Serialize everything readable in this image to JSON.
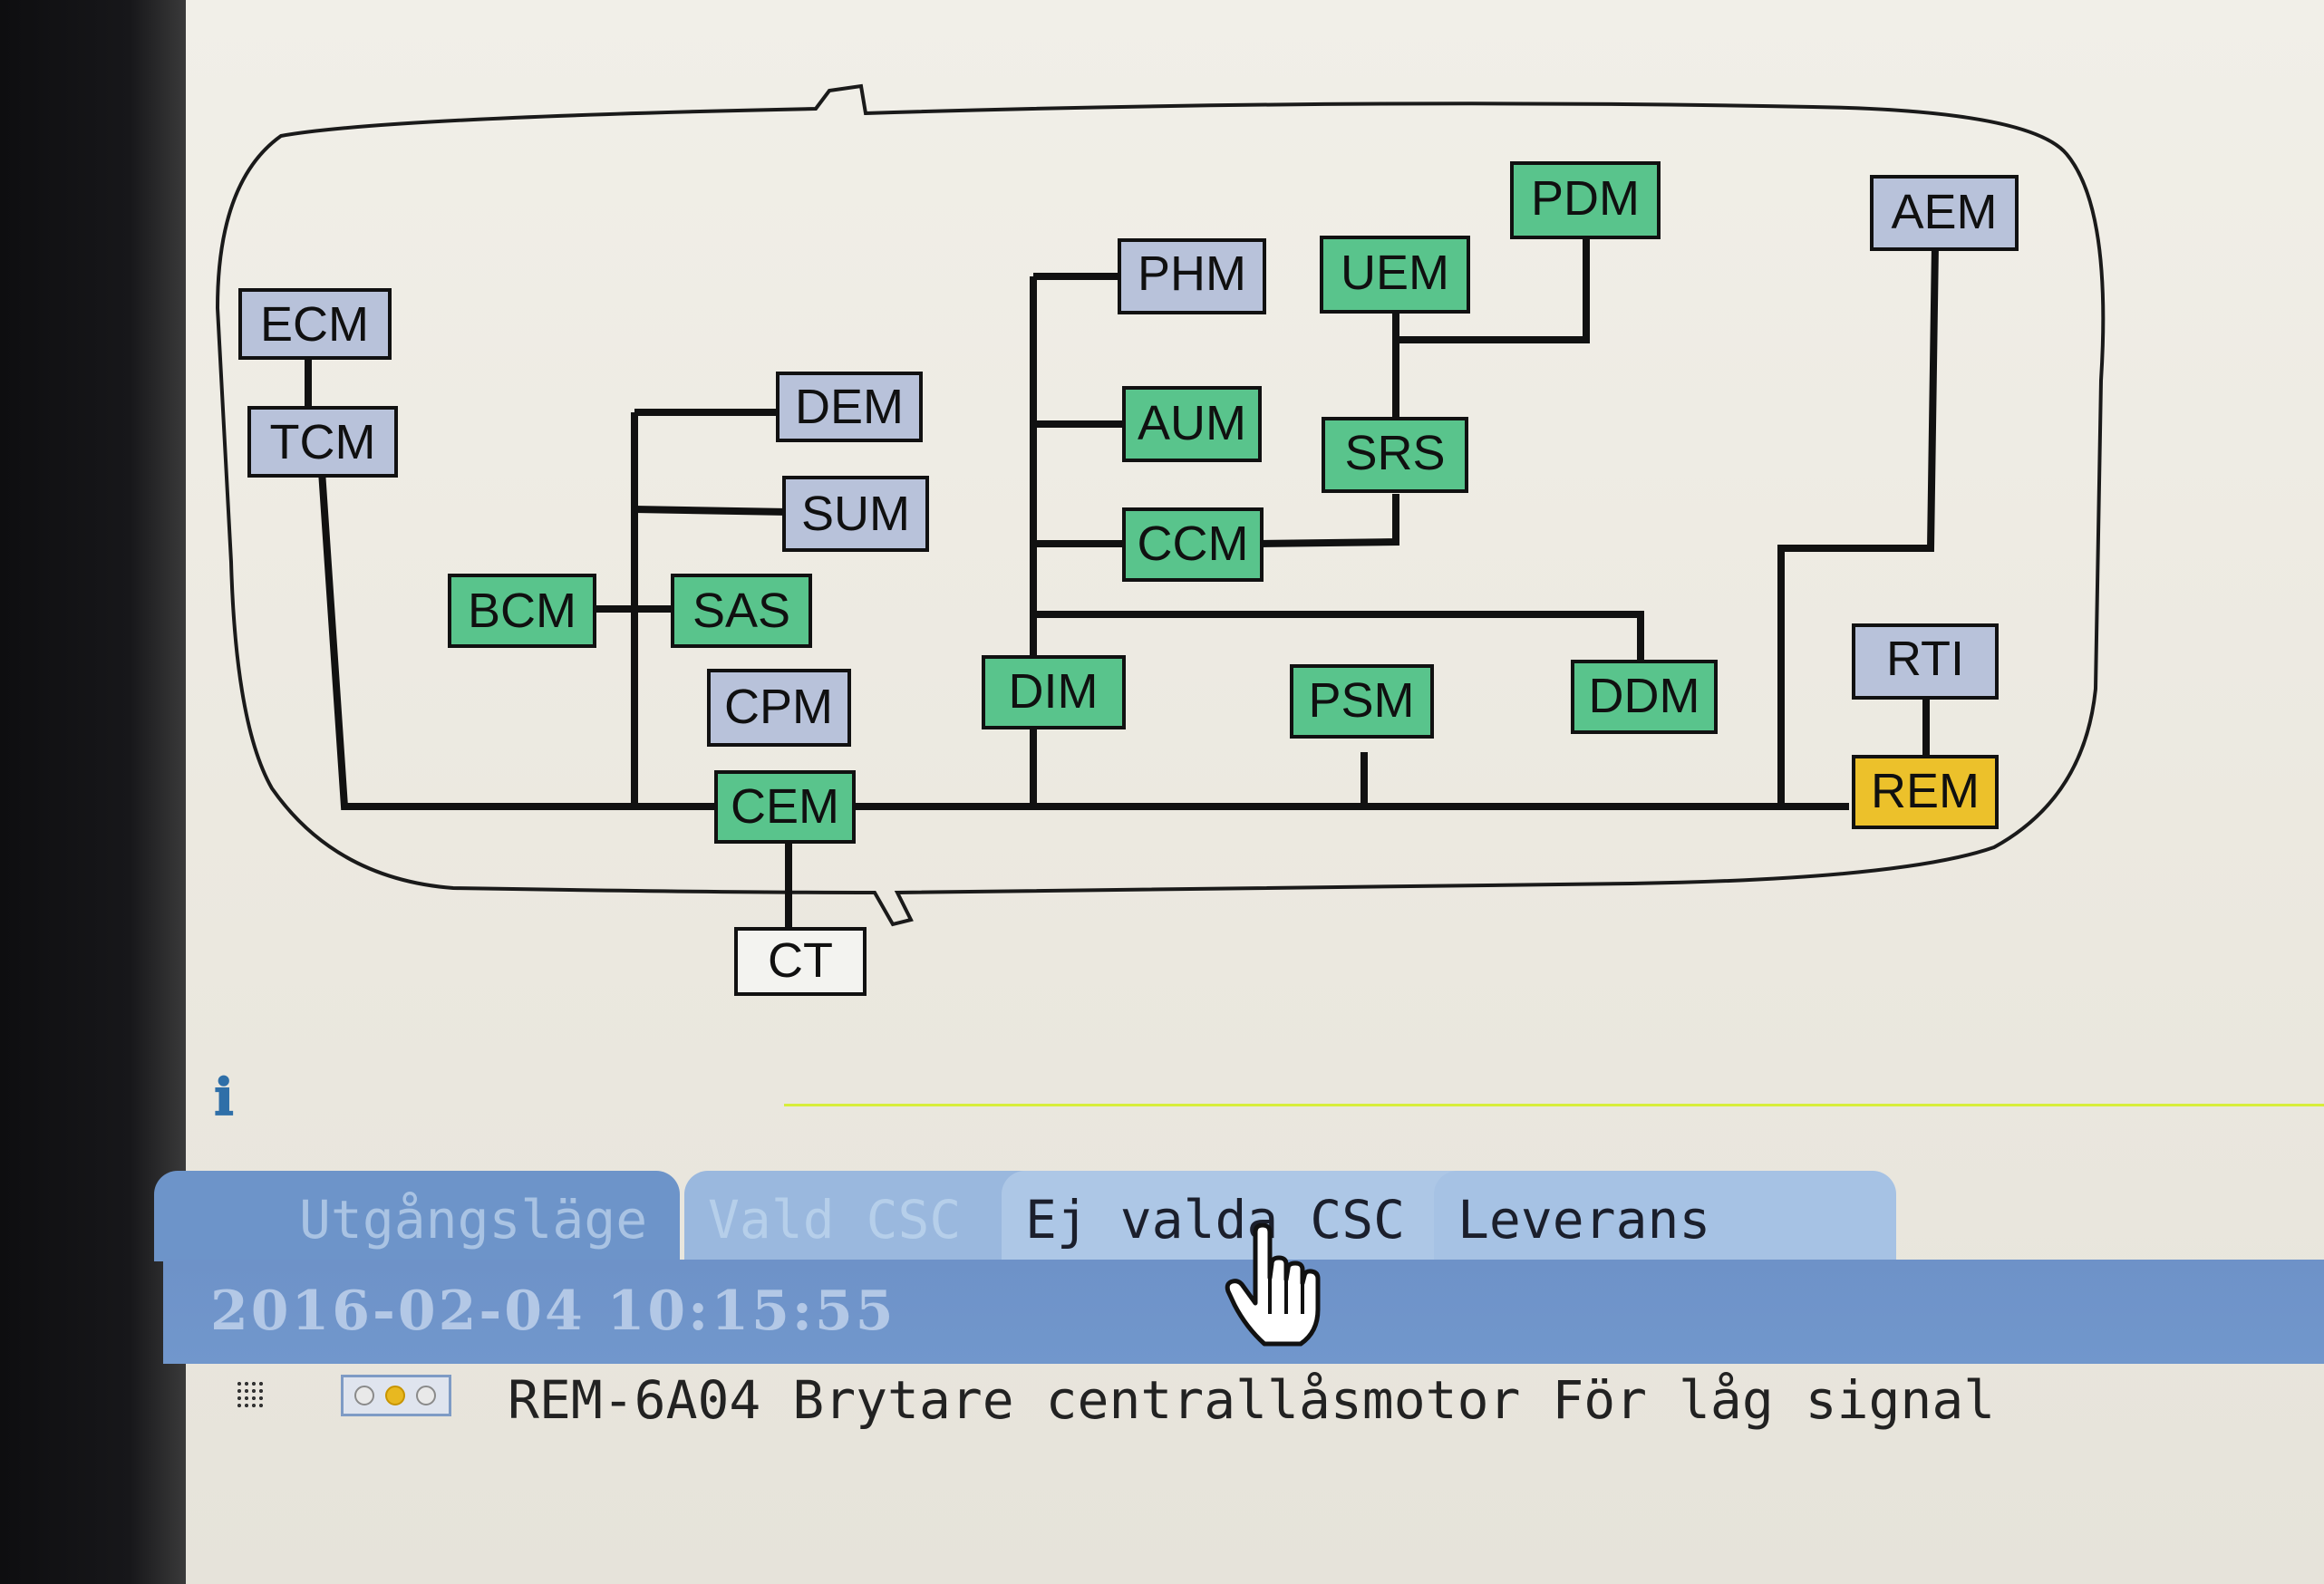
{
  "diagram": {
    "modules": {
      "ecm": "ECM",
      "tcm": "TCM",
      "dem": "DEM",
      "sum": "SUM",
      "bcm": "BCM",
      "sas": "SAS",
      "cpm": "CPM",
      "cem": "CEM",
      "ct": "CT",
      "phm": "PHM",
      "aum": "AUM",
      "ccm": "CCM",
      "dim": "DIM",
      "uem": "UEM",
      "srs": "SRS",
      "psm": "PSM",
      "pdm": "PDM",
      "ddm": "DDM",
      "aem": "AEM",
      "rti": "RTI",
      "rem": "REM"
    },
    "status_colors": {
      "gray_blue": "#b8c2da",
      "green": "#59c48c",
      "yellow": "#ecc12b",
      "white": "#f3f3f0"
    }
  },
  "info_icon": "info-icon",
  "tabs": [
    "Utgångsläge",
    "Vald CSC",
    "Ej valda CSC",
    "Leverans"
  ],
  "date_header": "2016-02-04 10:15:55",
  "fault": {
    "text": "REM-6A04 Brytare centrallåsmotor För låg signal",
    "grid_icon": "grid-icon",
    "status_icon": "status-lights-icon"
  },
  "cursor": "hand-cursor-icon"
}
